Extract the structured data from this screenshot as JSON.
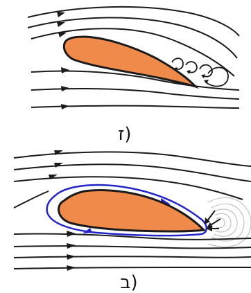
{
  "panels": [
    {
      "id": "top",
      "label": "ז)"
    },
    {
      "id": "bottom",
      "label": "ב)"
    }
  ],
  "colors": {
    "airfoil_fill": "#F08A4B",
    "outline": "#1a1a1a",
    "streamline": "#1a1a1a",
    "circulation": "#2424c8",
    "wake": "#b8b8b8",
    "background": "#ffffff"
  },
  "arrow_direction": "right"
}
